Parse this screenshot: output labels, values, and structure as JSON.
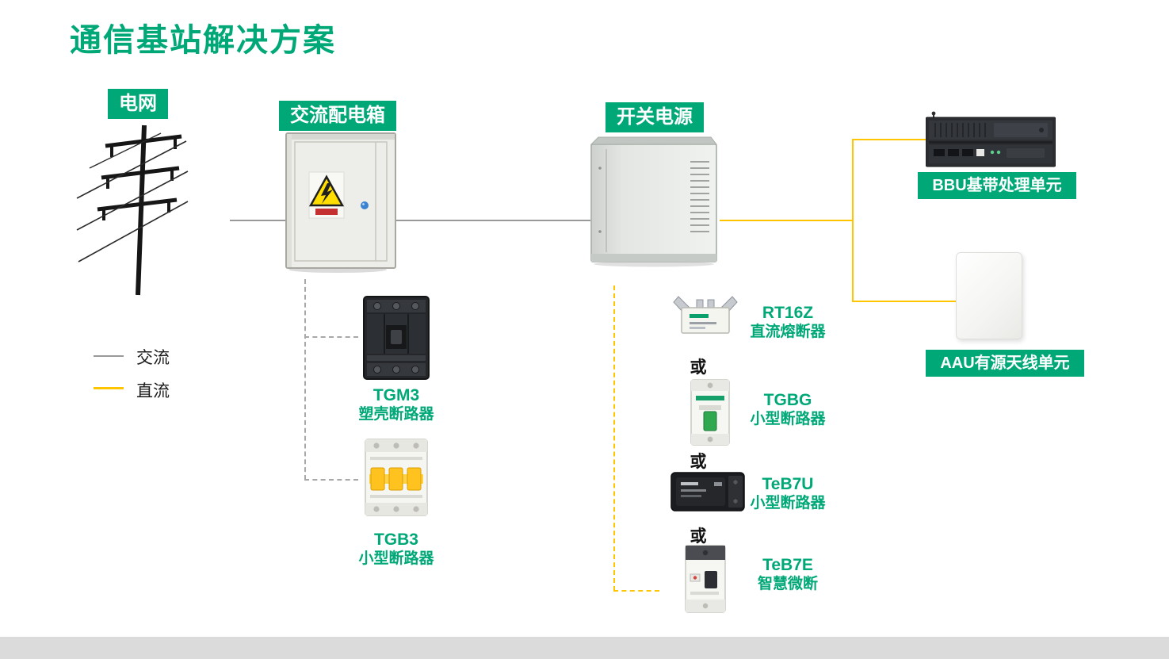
{
  "title": "通信基站解决方案",
  "colors": {
    "green": "#00A878",
    "dc_yellow": "#FFC600",
    "ac_gray": "#999999"
  },
  "nodes": {
    "grid": {
      "label": "电网"
    },
    "ac_box": {
      "label": "交流配电箱"
    },
    "psu": {
      "label": "开关电源"
    },
    "bbu": {
      "label": "BBU基带处理单元"
    },
    "aau": {
      "label": "AAU有源天线单元"
    }
  },
  "legend": {
    "ac_label": "交流",
    "dc_label": "直流"
  },
  "ac_products": [
    {
      "name": "TGM3",
      "desc": "塑壳断路器"
    },
    {
      "name": "TGB3",
      "desc": "小型断路器"
    }
  ],
  "dc_products": [
    {
      "name": "RT16Z",
      "desc": "直流熔断器"
    },
    {
      "name": "TGBG",
      "desc": "小型断路器"
    },
    {
      "name": "TeB7U",
      "desc": "小型断路器"
    },
    {
      "name": "TeB7E",
      "desc": "智慧微断"
    }
  ],
  "or_separator": "或"
}
